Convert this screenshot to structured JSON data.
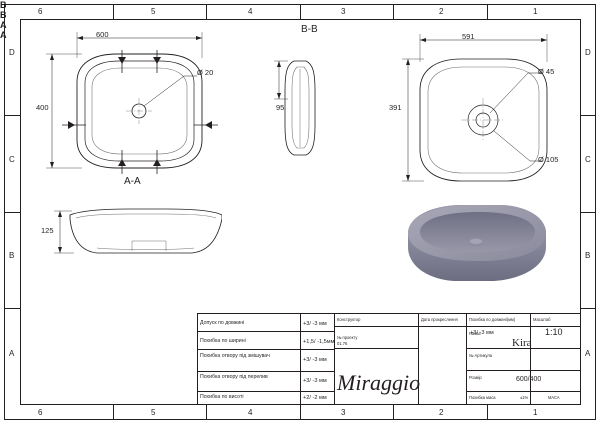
{
  "sheet": {
    "title_view_bb": "B-B",
    "section_aa": "A-A",
    "zone_cols_top": [
      "6",
      "5",
      "4",
      "3",
      "2",
      "1"
    ],
    "zone_cols_bottom": [
      "6",
      "5",
      "4",
      "3",
      "2",
      "1"
    ],
    "zone_rows_left": [
      "D",
      "C",
      "B",
      "A"
    ],
    "zone_rows_right": [
      "D",
      "C",
      "B",
      "A"
    ]
  },
  "views": {
    "top_view": {
      "width_dim": "600",
      "height_dim": "400",
      "hole_dia": "Ø 20",
      "section_letters": [
        "B",
        "B",
        "A",
        "A"
      ],
      "section_label": "A-A"
    },
    "side_view": {
      "height_dim": "95"
    },
    "front_view": {
      "height_dim": "125"
    },
    "right_view": {
      "width_dim": "591",
      "height_dim": "391",
      "dia_45": "Ø 45",
      "dia_105": "Ø 105"
    }
  },
  "titleblock": {
    "tolerance_rows": [
      {
        "label": "Допуск по довжині",
        "value": "+3/ -3 мм"
      },
      {
        "label": "Похибка по ширині",
        "value": "+1,5/ -1,5мм"
      },
      {
        "label": "Похибка отвору під змішувач",
        "value": "+3/ -3 мм"
      },
      {
        "label": "Похибка отвору під перелив",
        "value": "+3/ -3 мм"
      },
      {
        "label": "Похибка по висоті",
        "value": "+2/ -2 мм"
      }
    ],
    "head_cells": [
      {
        "label": "Конструктор",
        "value": ""
      },
      {
        "label": "Дата прокреcлення",
        "value": ""
      },
      {
        "label": "Похибка по довжині(мм)",
        "value": "+3/ -3  мм"
      },
      {
        "label": "Масштаб",
        "value": "1:10"
      }
    ],
    "project_cell": {
      "label": "№ проекту",
      "value": "01.76"
    },
    "right_rows": [
      {
        "label": "Назва",
        "value": "Kira"
      },
      {
        "label": "№ Артикула",
        "value": ""
      },
      {
        "label": "Розмір",
        "value": "600/400"
      },
      {
        "label": "Похибка маса",
        "value": "±1%",
        "extra": "МАСА"
      }
    ],
    "brand": "Miraggio"
  },
  "colors": {
    "line": "#231f20",
    "thin_line": "#6b6b6b",
    "basin_fill": "#8c8c9e",
    "basin_shade": "#6f6f82",
    "wire": "#58585f"
  }
}
